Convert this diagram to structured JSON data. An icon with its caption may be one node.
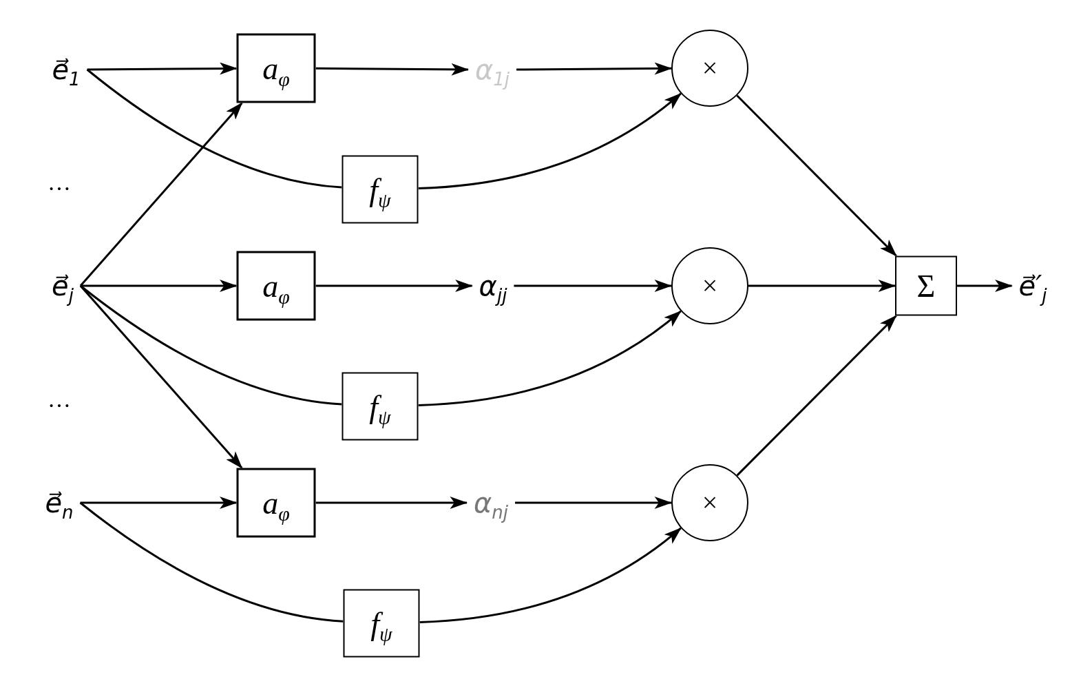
{
  "diagram": {
    "nodes": [
      {
        "text": [
          "e⃗$_{1}$"
        ]
      },
      {
        "text": [
          "a$_{φ}$"
        ]
      },
      {
        "text": [
          "α$_{1j}$"
        ]
      },
      {
        "text": [
          "×"
        ]
      },
      {
        "text": [
          "f$_{ψ}$"
        ]
      },
      {
        "text": [
          "e⃗$_{j}$"
        ]
      },
      {
        "text": [
          "a$_{φ}$"
        ]
      },
      {
        "text": [
          "α$_{jj}$"
        ]
      },
      {
        "text": [
          "×"
        ]
      },
      {
        "text": [
          "Σ"
        ]
      },
      {
        "text": [
          "e⃗′$_{j}$"
        ]
      },
      {
        "text": [
          "f$_{ψ}$"
        ]
      },
      {
        "text": [
          "e⃗$_{n}$"
        ]
      },
      {
        "text": [
          "a$_{φ}$"
        ]
      },
      {
        "text": [
          "α$_{nj}$"
        ]
      },
      {
        "text": [
          "×"
        ]
      },
      {
        "text": [
          "f$_{ψ}$"
        ]
      }
    ],
    "edges": [
      {
        "from": 0,
        "to": 1,
        "arrow": "to"
      },
      {
        "from": 1,
        "to": 2,
        "arrow": "to"
      },
      {
        "from": 2,
        "to": 3,
        "arrow": "to"
      },
      {
        "from": 0,
        "to": 4,
        "arrow": "none"
      },
      {
        "from": 4,
        "to": 3,
        "arrow": "to"
      },
      {
        "from": 5,
        "to": 1,
        "arrow": "to"
      },
      {
        "from": 5,
        "to": 6,
        "arrow": "to"
      },
      {
        "from": 6,
        "to": 7,
        "arrow": "to"
      },
      {
        "from": 7,
        "to": 8,
        "arrow": "to"
      },
      {
        "from": 5,
        "to": 11,
        "arrow": "none"
      },
      {
        "from": 11,
        "to": 8,
        "arrow": "to"
      },
      {
        "from": 5,
        "to": 13,
        "arrow": "to"
      },
      {
        "from": 3,
        "to": 9,
        "arrow": "to"
      },
      {
        "from": 8,
        "to": 9,
        "arrow": "to"
      },
      {
        "from": 15,
        "to": 9,
        "arrow": "to"
      },
      {
        "from": 9,
        "to": 10,
        "arrow": "to"
      },
      {
        "from": 12,
        "to": 13,
        "arrow": "to"
      },
      {
        "from": 13,
        "to": 14,
        "arrow": "to"
      },
      {
        "from": 14,
        "to": 15,
        "arrow": "to"
      },
      {
        "from": 12,
        "to": 16,
        "arrow": "none"
      },
      {
        "from": 16,
        "to": 15,
        "arrow": "to"
      }
    ],
    "labels": [
      "…",
      "…"
    ]
  }
}
